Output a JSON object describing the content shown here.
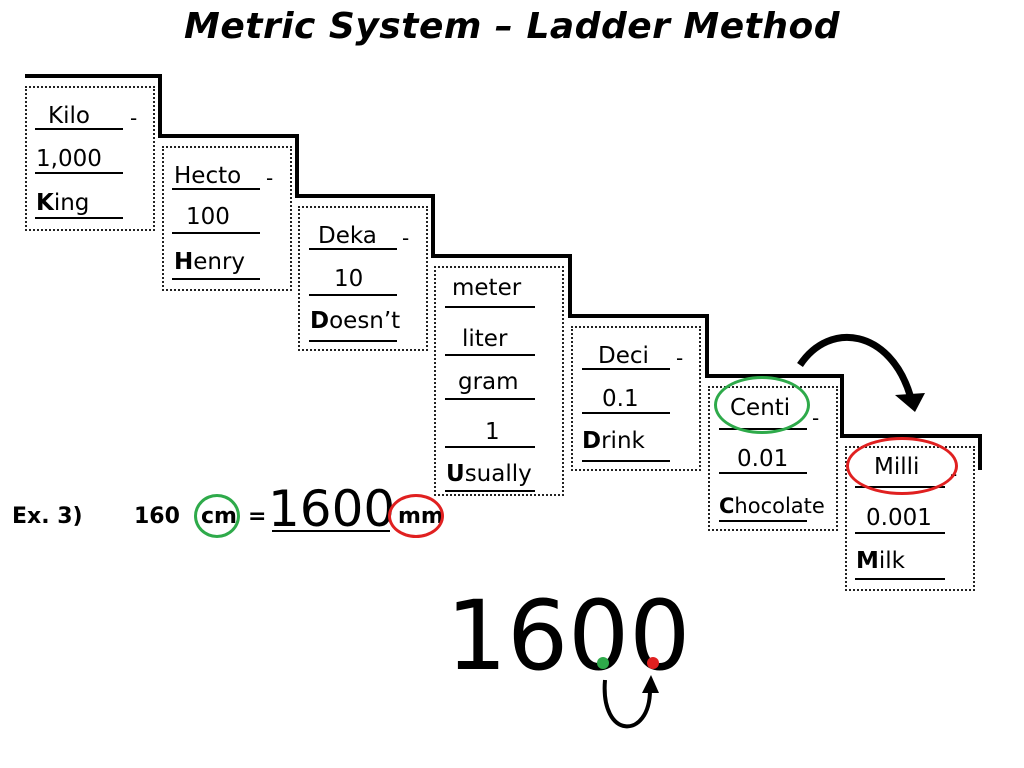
{
  "title": "Metric System – Ladder Method",
  "steps": [
    {
      "prefix": "Kilo",
      "value": "1,000",
      "mnemonic_first": "K",
      "mnemonic_rest": "ing"
    },
    {
      "prefix": "Hecto",
      "value": "100",
      "mnemonic_first": "H",
      "mnemonic_rest": "enry"
    },
    {
      "prefix": "Deka",
      "value": "10",
      "mnemonic_first": "D",
      "mnemonic_rest": "oesn’t"
    },
    {
      "base_units": [
        "meter",
        "liter",
        "gram"
      ],
      "value": "1",
      "mnemonic_first": "U",
      "mnemonic_rest": "sually"
    },
    {
      "prefix": "Deci",
      "value": "0.1",
      "mnemonic_first": "D",
      "mnemonic_rest": "rink"
    },
    {
      "prefix": "Centi",
      "value": "0.01",
      "mnemonic_first": "C",
      "mnemonic_rest": "hocolate"
    },
    {
      "prefix": "Milli",
      "value": "0.001",
      "mnemonic_first": "M",
      "mnemonic_rest": "ilk"
    }
  ],
  "dash": "-",
  "example": {
    "label": "Ex. 3)",
    "given": "160",
    "given_unit": "cm",
    "equals": "=",
    "answer": "1600",
    "answer_unit": "mm"
  },
  "worked_result": {
    "digits_main": "160",
    "digit_green": "0",
    "digit_red": "0"
  },
  "colors": {
    "green": "#2eaa4a",
    "red": "#e02020",
    "black": "#000000"
  }
}
